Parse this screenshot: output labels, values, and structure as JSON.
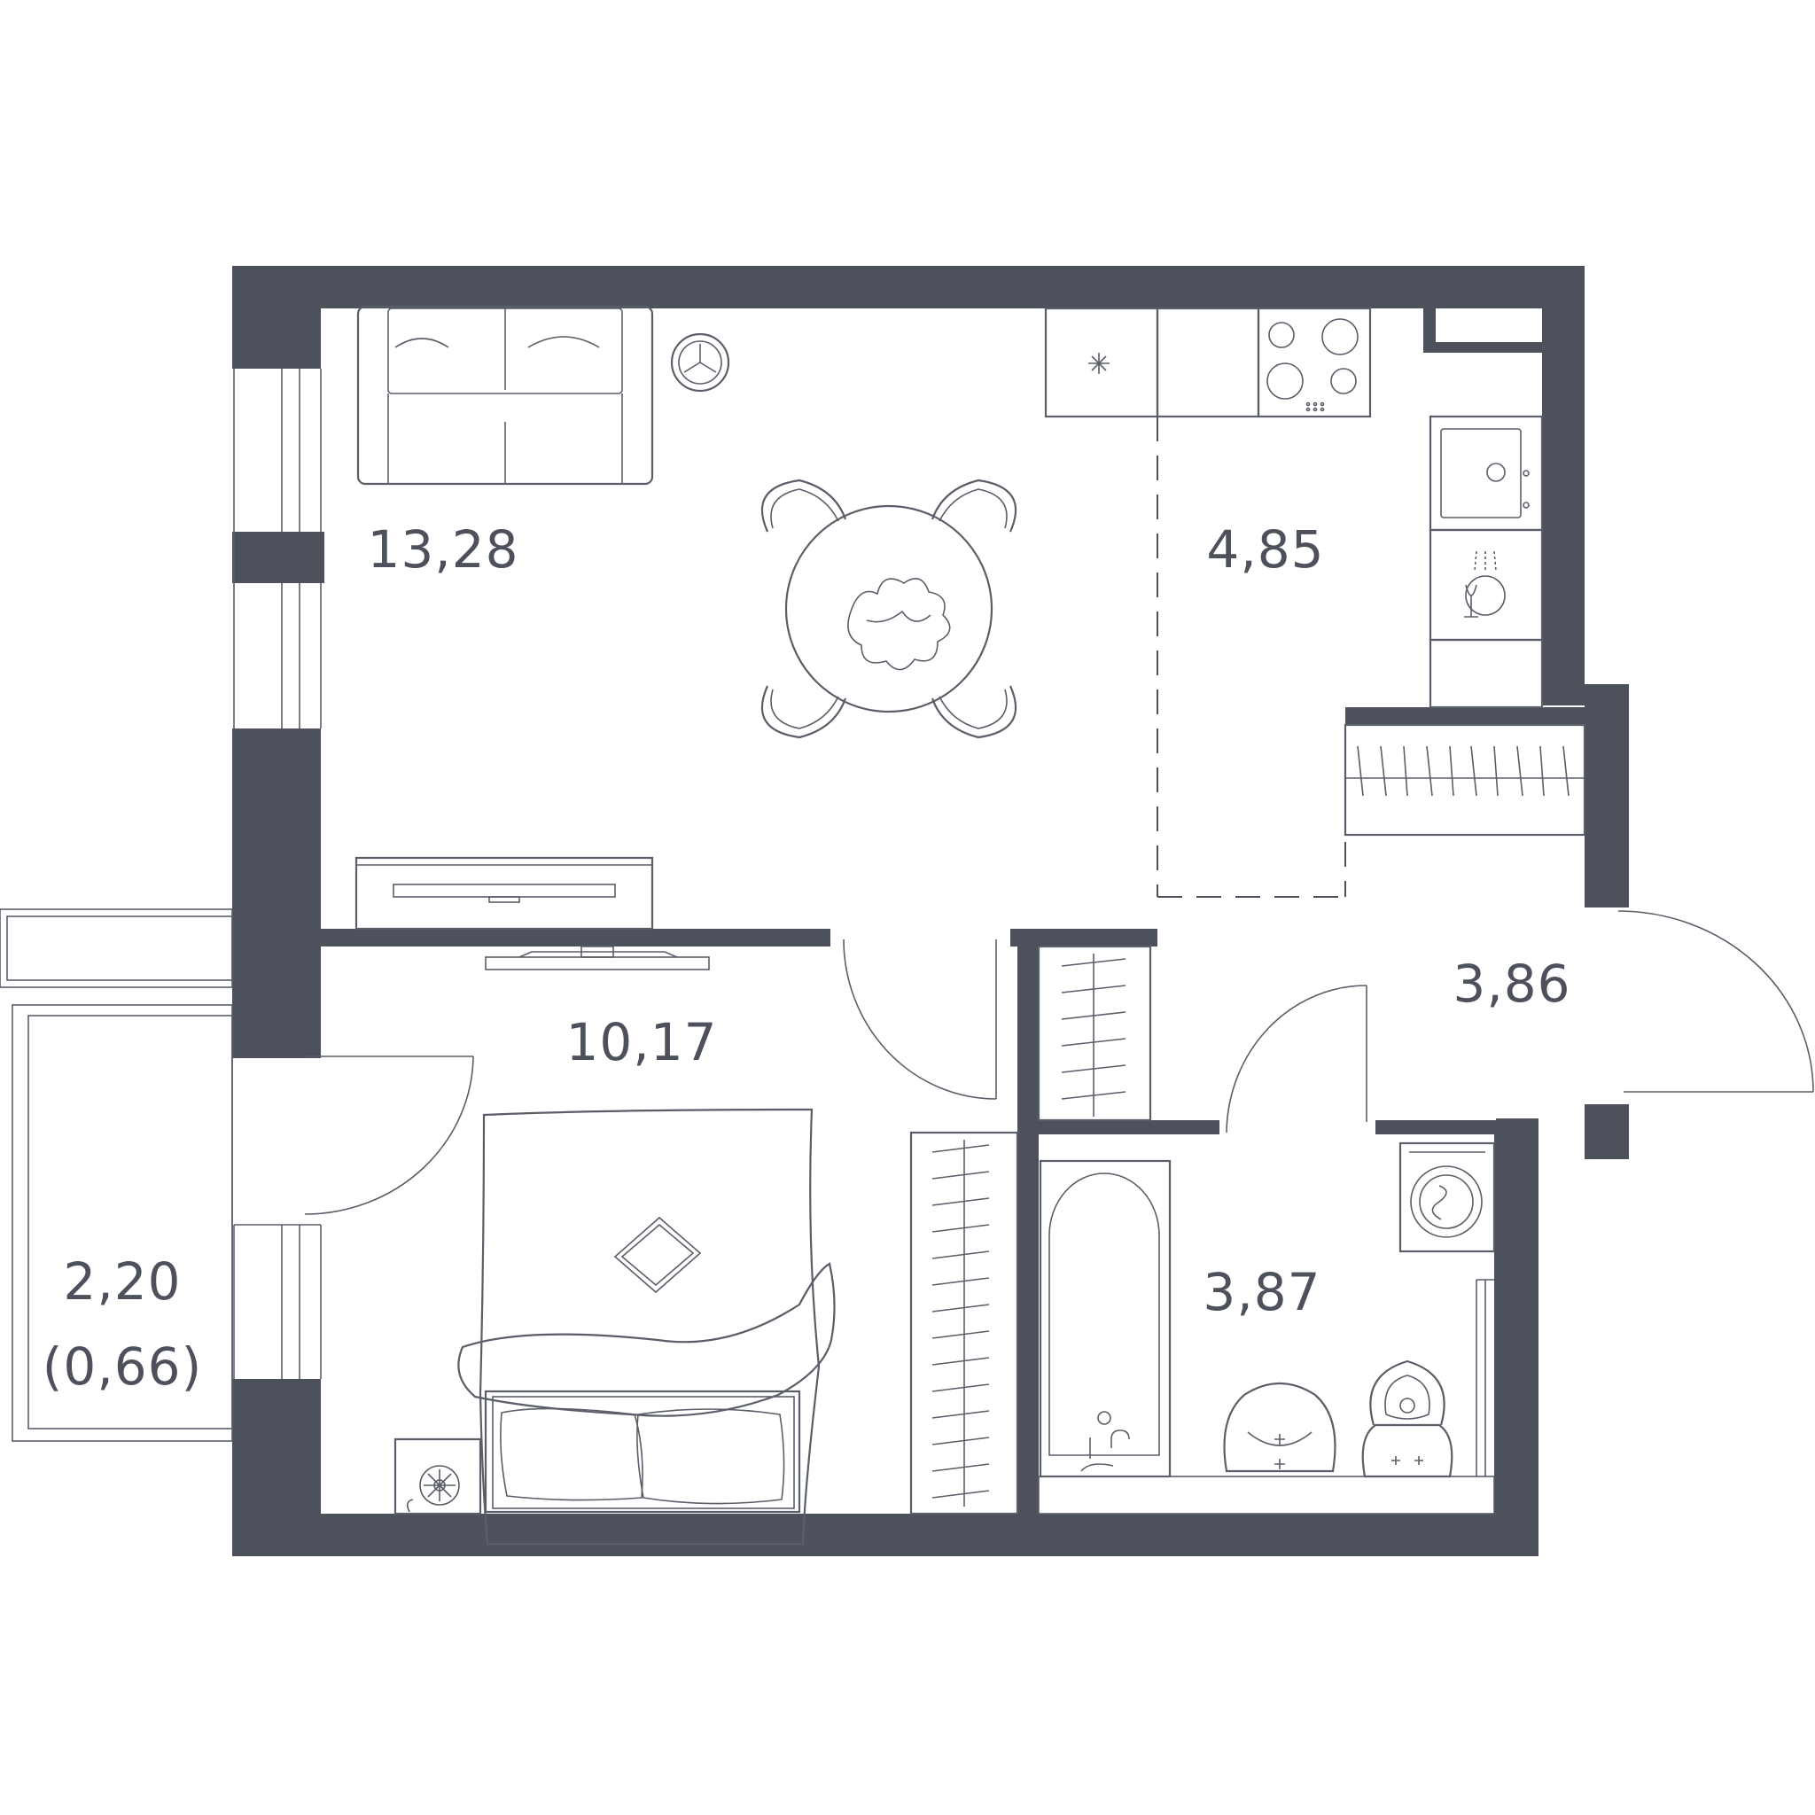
{
  "rooms": {
    "living": {
      "area": "13,28"
    },
    "kitchen": {
      "area": "4,85"
    },
    "hall": {
      "area": "3,86"
    },
    "bedroom": {
      "area": "10,17"
    },
    "bathroom": {
      "area": "3,87"
    },
    "balcony": {
      "area": "2,20",
      "reduced_area": "(0,66)"
    }
  },
  "colors": {
    "wall": "#4d515c",
    "line": "#5a5e68",
    "background": "#ffffff"
  }
}
